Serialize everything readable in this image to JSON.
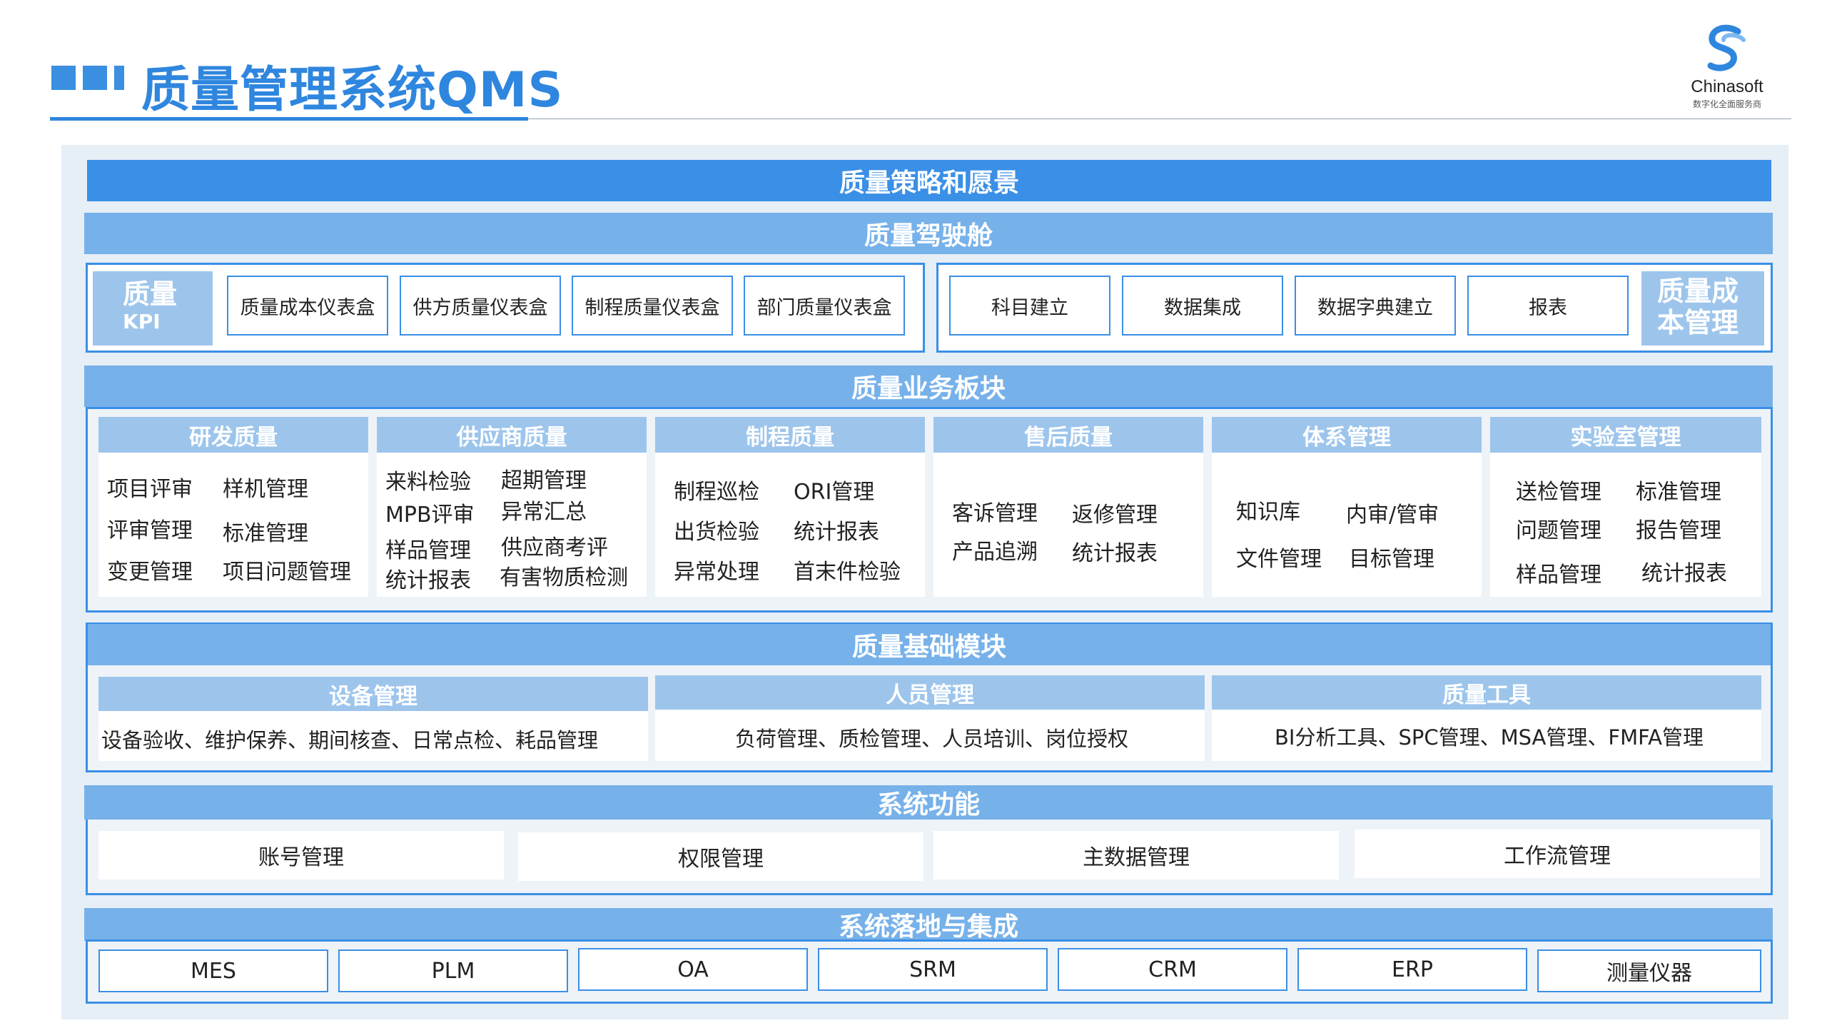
{
  "header": {
    "title": "质量管理系统QMS",
    "logo_name": "Chinasoft",
    "logo_sub": "数字化全面服务商"
  },
  "strategy": {
    "label": "质量策略和愿景"
  },
  "cockpit": {
    "label": "质量驾驶舱",
    "kpi_label_1": "质量",
    "kpi_label_2": "KPI",
    "kpi_items": [
      "质量成本仪表盒",
      "供方质量仪表盒",
      "制程质量仪表盒",
      "部门质量仪表盒"
    ],
    "cost_items": [
      "科目建立",
      "数据集成",
      "数据字典建立",
      "报表"
    ],
    "cost_label_1": "质量成",
    "cost_label_2": "本管理"
  },
  "business": {
    "label": "质量业务板块",
    "columns": [
      {
        "title": "研发质量",
        "items": [
          "项目评审",
          "样机管理",
          "评审管理",
          "标准管理",
          "变更管理",
          "项目问题管理"
        ]
      },
      {
        "title": "供应商质量",
        "items": [
          "来料检验",
          "超期管理",
          "MPB评审",
          "异常汇总",
          "样品管理",
          "供应商考评",
          "统计报表",
          "有害物质检测"
        ]
      },
      {
        "title": "制程质量",
        "items": [
          "制程巡检",
          "ORI管理",
          "出货检验",
          "统计报表",
          "异常处理",
          "首末件检验"
        ]
      },
      {
        "title": "售后质量",
        "items": [
          "客诉管理",
          "返修管理",
          "产品追溯",
          "统计报表"
        ]
      },
      {
        "title": "体系管理",
        "items": [
          "知识库",
          "内审/管审",
          "文件管理",
          "目标管理"
        ]
      },
      {
        "title": "实验室管理",
        "items": [
          "送检管理",
          "标准管理",
          "问题管理",
          "报告管理",
          "样品管理",
          "统计报表"
        ]
      }
    ]
  },
  "base": {
    "label": "质量基础模块",
    "modules": [
      {
        "title": "设备管理",
        "text": "设备验收、维护保养、期间核查、日常点检、耗品管理"
      },
      {
        "title": "人员管理",
        "text": "负荷管理、质检管理、人员培训、岗位授权"
      },
      {
        "title": "质量工具",
        "text": "BI分析工具、SPC管理、MSA管理、FMFA管理"
      }
    ]
  },
  "system": {
    "label": "系统功能",
    "items": [
      "账号管理",
      "权限管理",
      "主数据管理",
      "工作流管理"
    ]
  },
  "integration": {
    "label": "系统落地与集成",
    "items": [
      "MES",
      "PLM",
      "OA",
      "SRM",
      "CRM",
      "ERP",
      "测量仪器"
    ]
  },
  "colors": {
    "accent": "#3a8fe6",
    "bar_mid": "#76b1ea",
    "bar_light": "#9dc5ec",
    "panel_bg": "#e6eef6"
  }
}
